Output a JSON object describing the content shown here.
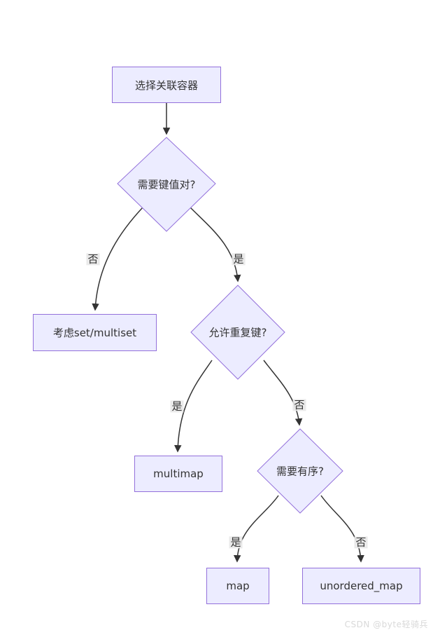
{
  "diagram": {
    "type": "flowchart",
    "direction": "top-down",
    "colors": {
      "background": "#ffffff",
      "node_fill": "#ECECFF",
      "node_border": "#9370DB",
      "edge_line": "#333333",
      "edge_label_bg": "#e8e8e8",
      "text": "#333333",
      "watermark_text": "#d9d9d9"
    },
    "nodes": {
      "start": {
        "label": "选择关联容器",
        "shape": "rect"
      },
      "q_keyvalue": {
        "label": "需要键值对?",
        "shape": "diamond"
      },
      "set_multiset": {
        "label": "考虑set/multiset",
        "shape": "rect"
      },
      "q_duplicate": {
        "label": "允许重复键?",
        "shape": "diamond"
      },
      "multimap": {
        "label": "multimap",
        "shape": "rect"
      },
      "q_ordered": {
        "label": "需要有序?",
        "shape": "diamond"
      },
      "map": {
        "label": "map",
        "shape": "rect"
      },
      "unordered": {
        "label": "unordered_map",
        "shape": "rect"
      }
    },
    "edges": [
      {
        "from": "start",
        "to": "q_keyvalue",
        "label": ""
      },
      {
        "from": "q_keyvalue",
        "to": "set_multiset",
        "label": "否"
      },
      {
        "from": "q_keyvalue",
        "to": "q_duplicate",
        "label": "是"
      },
      {
        "from": "q_duplicate",
        "to": "multimap",
        "label": "是"
      },
      {
        "from": "q_duplicate",
        "to": "q_ordered",
        "label": "否"
      },
      {
        "from": "q_ordered",
        "to": "map",
        "label": "是"
      },
      {
        "from": "q_ordered",
        "to": "unordered",
        "label": "否"
      }
    ],
    "watermark": "CSDN @byte轻骑兵"
  }
}
